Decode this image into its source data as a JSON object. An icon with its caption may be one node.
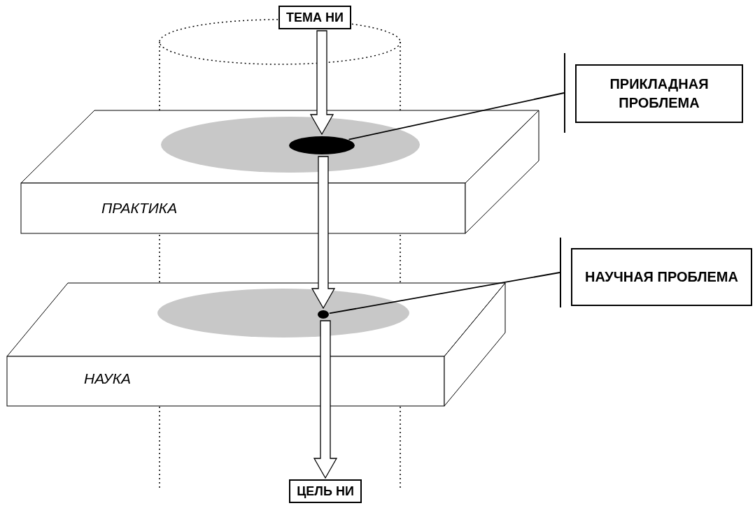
{
  "diagram": {
    "nodes": [
      {
        "text": [
          "ТЕМА НИ"
        ]
      },
      {
        "text": [
          "ПРИКЛАДНАЯ ПРОБЛЕМА"
        ]
      },
      {
        "text": [
          "ПРАКТИКА"
        ]
      },
      {
        "text": [],
        "shape": "ellipse",
        "in": 2
      },
      {
        "text": [
          "НАУЧНАЯ ПРОБЛЕМА"
        ]
      },
      {
        "text": [
          "НАУКА"
        ]
      },
      {
        "text": [],
        "shape": "ellipse",
        "in": 5
      },
      {
        "text": [
          "ЦЕЛЬ НИ"
        ]
      }
    ],
    "edges": [
      {
        "from": 0,
        "to": 3,
        "arrow": "to"
      },
      {
        "from": 3,
        "to": 6,
        "arrow": "to"
      },
      {
        "from": 6,
        "to": 7,
        "arrow": "to"
      },
      {
        "from": 1,
        "to": 3,
        "arrow": "none"
      },
      {
        "from": 4,
        "to": 6,
        "arrow": "none"
      }
    ]
  }
}
